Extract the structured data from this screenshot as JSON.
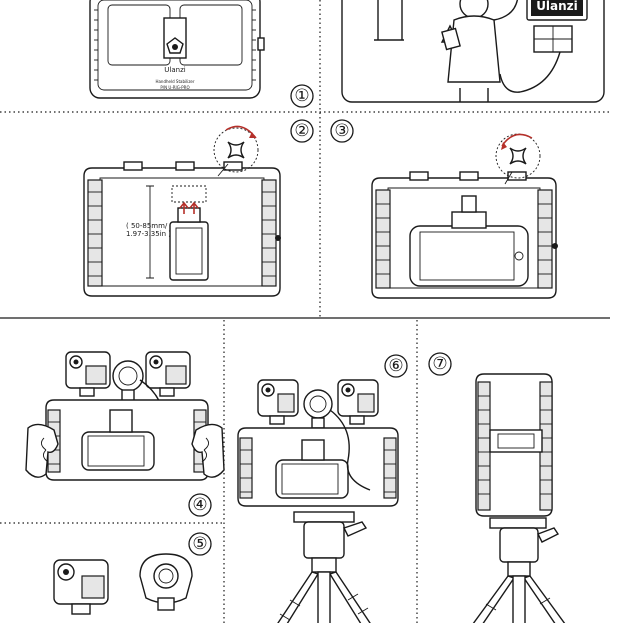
{
  "steps": [
    {
      "label": "①"
    },
    {
      "label": "②"
    },
    {
      "label": "③"
    },
    {
      "label": "④"
    },
    {
      "label": "⑤"
    },
    {
      "label": "⑥"
    },
    {
      "label": "⑦"
    }
  ],
  "texts": {
    "brand_sign": "Ulanzi",
    "rig_brand": "Ulanzi",
    "rig_small_line1": "Handheld Stabilizer",
    "rig_small_line2": "P/N U-RIG-PRO",
    "dimension_label_line1": "( 50-85mm/",
    "dimension_label_line2": "1.97-3.35in )"
  },
  "colors": {
    "line": "#1a1a1a",
    "background": "#ffffff",
    "fill_gray": "#e6e6e6",
    "arrow_red": "#b5302a"
  }
}
